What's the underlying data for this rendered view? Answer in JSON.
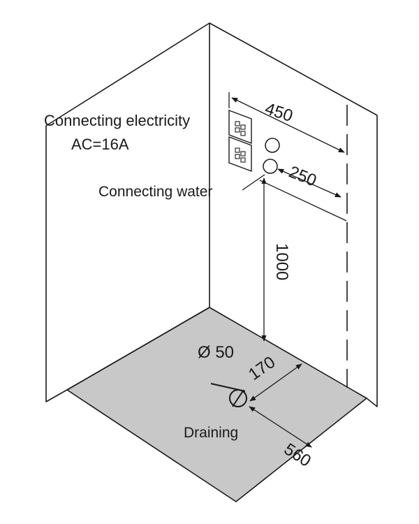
{
  "labels": {
    "electricity": "Connecting electricity",
    "current": "AC=16A",
    "water": "Connecting water",
    "draining": "Draining"
  },
  "dimensions": {
    "outlet_width": "450",
    "water_offset": "250",
    "water_height": "1000",
    "drain_diameter": "Ø 50",
    "drain_offset_back": "170",
    "drain_offset_side": "560"
  },
  "colors": {
    "floor": "#c8c8c8",
    "lines": "#1a1a1a",
    "background": "#ffffff"
  }
}
